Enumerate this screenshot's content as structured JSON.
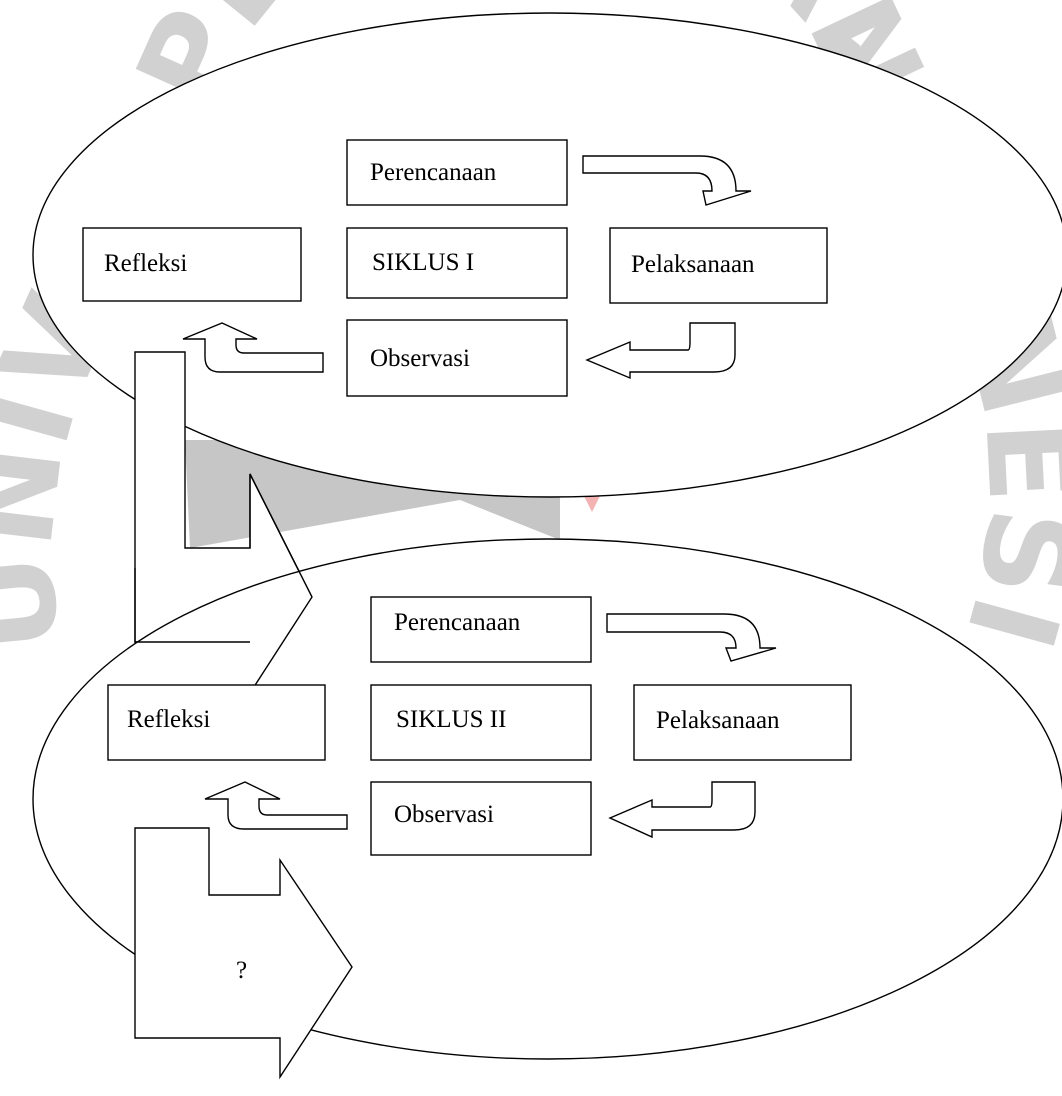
{
  "colors": {
    "watermark": "#c9c9c9",
    "watermark_accent": "#f3a6a6",
    "line": "#000000",
    "background": "#ffffff"
  },
  "watermark": {
    "top": "PENDIDIKAN",
    "right": "INDONESIA",
    "left": "UNIV"
  },
  "cycle1": {
    "title": "SIKLUS I",
    "planning": "Perencanaan",
    "action": "Pelaksanaan",
    "observation": "Observasi",
    "reflection": "Refleksi"
  },
  "cycle2": {
    "title": "SIKLUS II",
    "planning": "Perencanaan",
    "action": "Pelaksanaan",
    "observation": "Observasi",
    "reflection": "Refleksi"
  },
  "next_step": "?"
}
